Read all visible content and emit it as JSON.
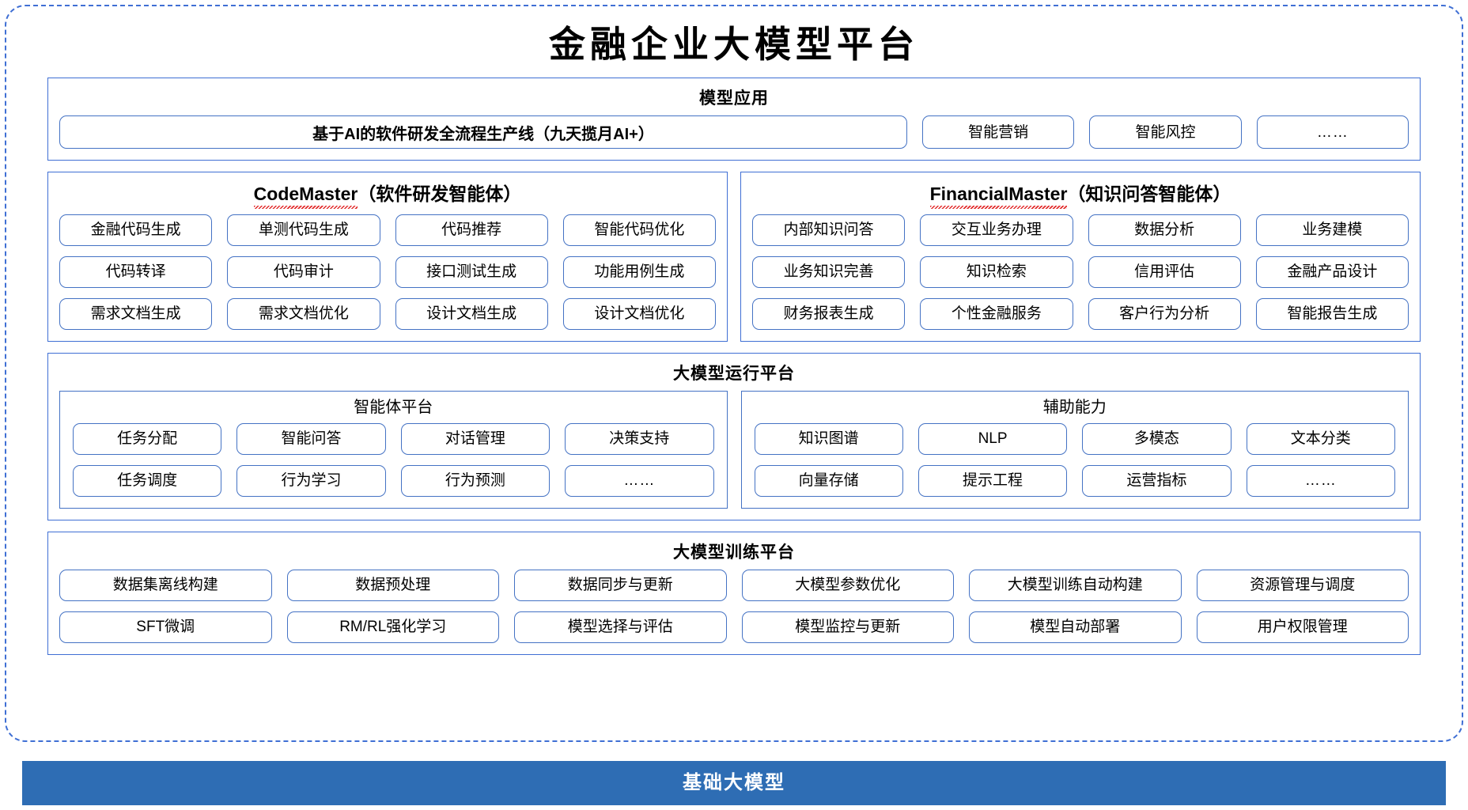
{
  "page": {
    "title": "金融企业大模型平台",
    "accent_blue": "#4472c4",
    "frame_blue": "#3f6fd4",
    "banner_blue": "#2e6db4",
    "squiggle_red": "#e02020"
  },
  "model_application": {
    "title": "模型应用",
    "wide_item": "基于AI的软件研发全流程生产线（九天揽月AI+）",
    "items": [
      "智能营销",
      "智能风控",
      "……"
    ]
  },
  "code_master": {
    "name": "CodeMaster",
    "suffix": "（软件研发智能体）",
    "rows": [
      [
        "金融代码生成",
        "单测代码生成",
        "代码推荐",
        "智能代码优化"
      ],
      [
        "代码转译",
        "代码审计",
        "接口测试生成",
        "功能用例生成"
      ],
      [
        "需求文档生成",
        "需求文档优化",
        "设计文档生成",
        "设计文档优化"
      ]
    ]
  },
  "financial_master": {
    "name": "FinancialMaster",
    "suffix": "（知识问答智能体）",
    "rows": [
      [
        "内部知识问答",
        "交互业务办理",
        "数据分析",
        "业务建模"
      ],
      [
        "业务知识完善",
        "知识检索",
        "信用评估",
        "金融产品设计"
      ],
      [
        "财务报表生成",
        "个性金融服务",
        "客户行为分析",
        "智能报告生成"
      ]
    ]
  },
  "runtime_platform": {
    "title": "大模型运行平台",
    "panels": [
      {
        "title": "智能体平台",
        "rows": [
          [
            "任务分配",
            "智能问答",
            "对话管理",
            "决策支持"
          ],
          [
            "任务调度",
            "行为学习",
            "行为预测",
            "……"
          ]
        ]
      },
      {
        "title": "辅助能力",
        "rows": [
          [
            "知识图谱",
            "NLP",
            "多模态",
            "文本分类"
          ],
          [
            "向量存储",
            "提示工程",
            "运营指标",
            "……"
          ]
        ]
      }
    ]
  },
  "training_platform": {
    "title": "大模型训练平台",
    "rows": [
      [
        "数据集离线构建",
        "数据预处理",
        "数据同步与更新",
        "大模型参数优化",
        "大模型训练自动构建",
        "资源管理与调度"
      ],
      [
        "SFT微调",
        "RM/RL强化学习",
        "模型选择与评估",
        "模型监控与更新",
        "模型自动部署",
        "用户权限管理"
      ]
    ]
  },
  "footer": {
    "label": "基础大模型"
  }
}
